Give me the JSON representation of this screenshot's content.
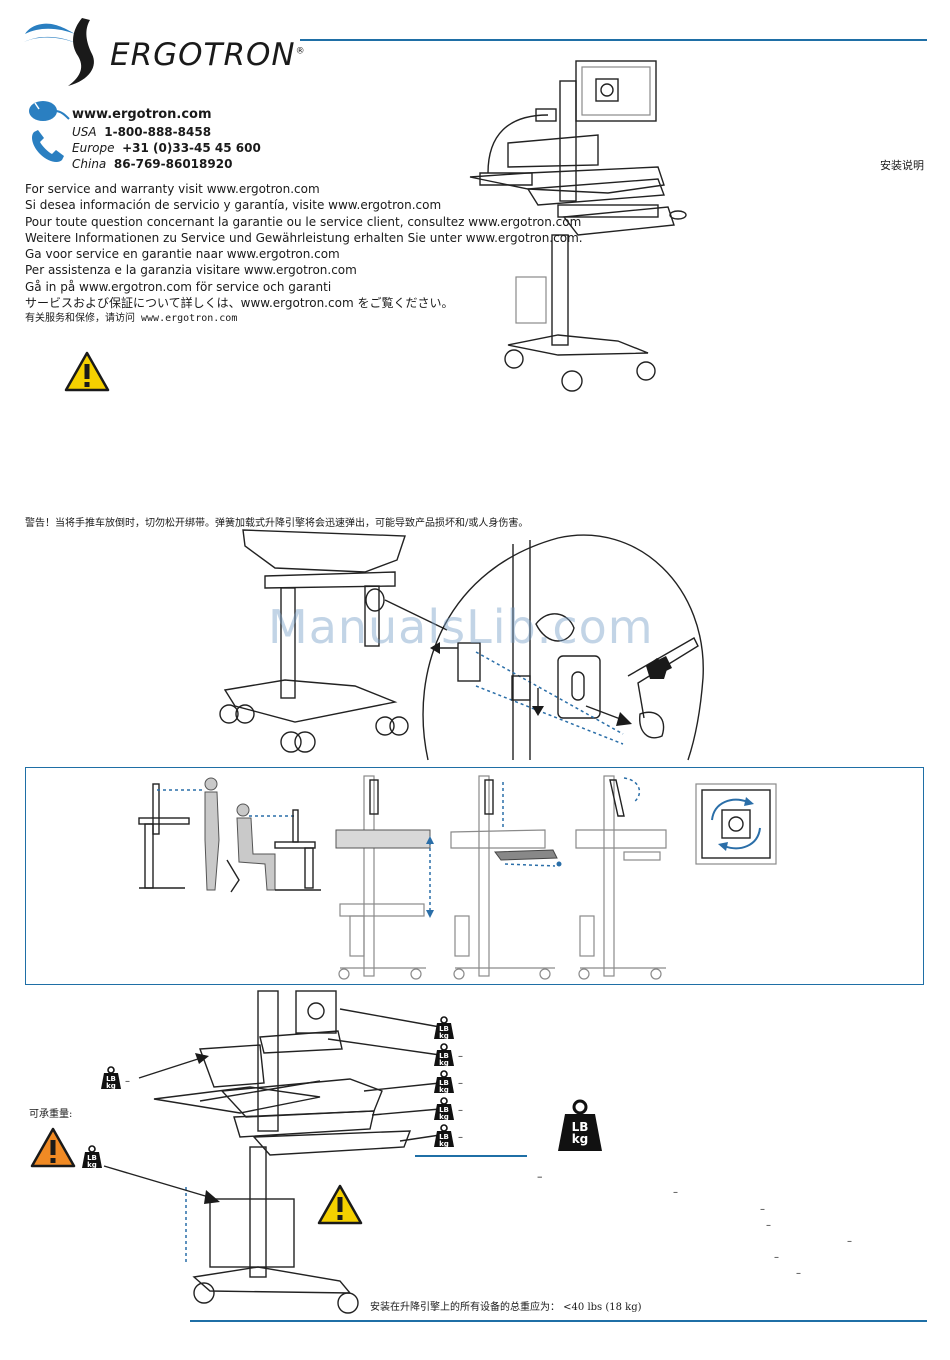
{
  "header": {
    "brand": "ERGOTRON",
    "trademark": "®",
    "web": "www.ergotron.com",
    "phones": [
      {
        "region": "USA",
        "number": "1-800-888-8458"
      },
      {
        "region": "Europe",
        "number": "+31 (0)33-45 45 600"
      },
      {
        "region": "China",
        "number": "86-769-86018920"
      }
    ],
    "install_title": "安装说明"
  },
  "service_lines": [
    "For service and warranty visit www.ergotron.com",
    "Si desea información de servicio y garantía, visite www.ergotron.com",
    "Pour toute question concernant la garantie ou le service client, consultez www.ergotron.com",
    "Weitere Informationen zu Service und Gewährleistung erhalten Sie unter www.ergotron.com.",
    "Ga voor service en garantie naar www.ergotron.com",
    "Per assistenza e la garanzia visitare www.ergotron.com",
    "Gå in på www.ergotron.com för service och garanti",
    "サービスおよび保証について詳しくは、www.ergotron.com をご覧ください。",
    "有关服务和保修，请访问 www.ergotron.com"
  ],
  "warning_text": "警告！当将手推车放倒时，切勿松开绑带。弹簧加载式升降引擎将会迅速弹出，可能导致产品损坏和/或人身伤害。",
  "watermark": "ManualsLib.com",
  "weight": {
    "capacity_label": "可承重量:",
    "lb": "LB",
    "kg": "kg",
    "dash": "–",
    "total_note": "安装在升降引擎上的所有设备的总重应为： <40 lbs (18 kg)"
  },
  "colors": {
    "accent": "#1f6fa6",
    "warning_yellow": "#f5d000",
    "warning_orange": "#f08a24"
  },
  "icons": [
    "mouse-icon",
    "phone-icon",
    "warning-icon",
    "weight-icon",
    "hex-key-icon"
  ]
}
